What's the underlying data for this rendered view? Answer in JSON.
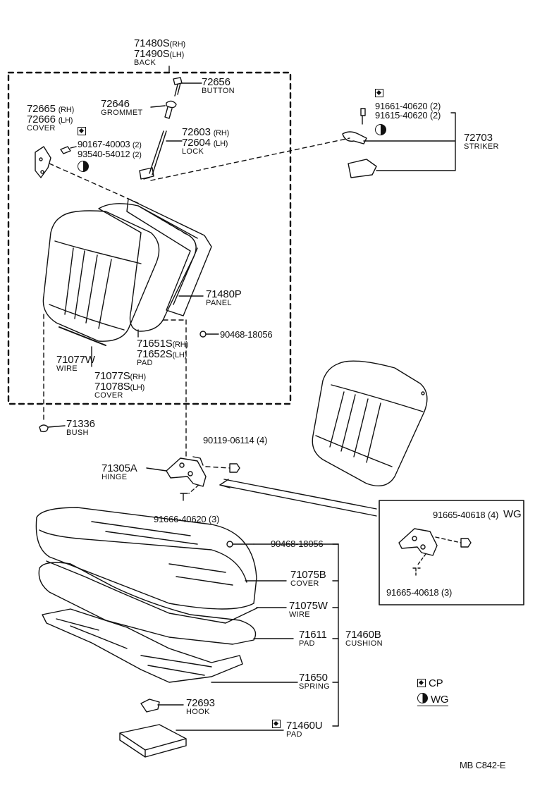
{
  "diagram_code": "MB  C842-E",
  "back_group": {
    "pn1": "71480S",
    "pn1_side": "(RH)",
    "pn2": "71490S",
    "pn2_side": "(LH)",
    "name": "BACK"
  },
  "button": {
    "pn": "72656",
    "name": "BUTTON"
  },
  "grommet": {
    "pn": "72646",
    "name": "GROMMET"
  },
  "cover_upper": {
    "pn1": "72665",
    "pn1_side": "(RH)",
    "pn2": "72666",
    "pn2_side": "(LH)",
    "name": "COVER"
  },
  "lock": {
    "pn1": "72603",
    "pn1_side": "(RH)",
    "pn2": "72604",
    "pn2_side": "(LH)",
    "name": "LOCK"
  },
  "screws_lock": {
    "pn1": "90167-40003",
    "pn1_qty": "(2)",
    "pn2": "93540-54012",
    "pn2_qty": "(2)"
  },
  "striker": {
    "pn": "72703",
    "name": "STRIKER",
    "bolt1": "91661-40620 (2)",
    "bolt2": "91615-40620 (2)"
  },
  "panel": {
    "pn": "71480P",
    "name": "PANEL"
  },
  "clip_upper": {
    "pn": "90468-18056"
  },
  "pad_back": {
    "pn1": "71651S",
    "pn1_side": "(RH)",
    "pn2": "71652S",
    "pn2_side": "(LH)",
    "name": "PAD"
  },
  "wire_back": {
    "pn": "71077W",
    "name": "WIRE"
  },
  "cover_back": {
    "pn1": "71077S",
    "pn1_side": "(RH)",
    "pn2": "71078S",
    "pn2_side": "(LH)",
    "name": "COVER"
  },
  "bush": {
    "pn": "71336",
    "name": "BUSH"
  },
  "hinge_bolt": {
    "pn": "90119-06114 (4)"
  },
  "hinge": {
    "pn": "71305A",
    "name": "HINGE"
  },
  "hinge_bolt2": {
    "pn": "91666-40620 (3)"
  },
  "wg_box": {
    "title": "WG",
    "bolt1": "91665-40618 (4)",
    "bolt2": "91665-40618 (3)"
  },
  "clip_lower": {
    "pn": "90468-18056"
  },
  "cover_cushion": {
    "pn": "71075B",
    "name": "COVER"
  },
  "wire_cushion": {
    "pn": "71075W",
    "name": "WIRE"
  },
  "pad_cushion": {
    "pn": "71611",
    "name": "PAD"
  },
  "cushion": {
    "pn": "71460B",
    "name": "CUSHION"
  },
  "spring": {
    "pn": "71650",
    "name": "SPRING"
  },
  "hook": {
    "pn": "72693",
    "name": "HOOK"
  },
  "pad_bottom": {
    "pn": "71460U",
    "name": "PAD"
  },
  "legend": {
    "cp": "CP",
    "wg": "WG"
  }
}
